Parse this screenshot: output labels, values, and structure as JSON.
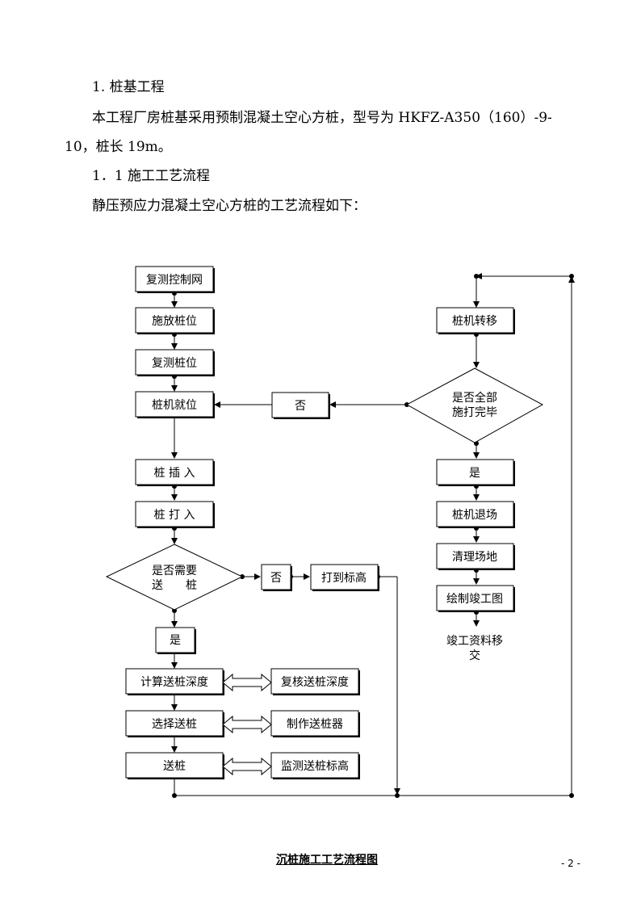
{
  "document": {
    "heading": "1. 桩基工程",
    "body_line1": "本工程厂房桩基采用预制混凝土空心方桩，型号为 HKFZ-A350（160）-9-",
    "body_line2": "10，桩长 19m。",
    "subheading": "1．1 施工工艺流程",
    "intro": "静压预应力混凝土空心方桩的工艺流程如下：",
    "caption": "沉桩施工工艺流程图",
    "page_number": "- 2 -"
  },
  "flow": {
    "left": {
      "step1": "复测控制网",
      "step2": "施放桩位",
      "step3": "复测桩位",
      "step4": "桩机就位",
      "step5": "桩 插 入",
      "step6": "桩 打 入",
      "decision_line1": "是否需要",
      "decision_line2": "送　　桩",
      "yes": "是",
      "calc": "计算送桩深度",
      "select": "选择送桩",
      "send": "送桩"
    },
    "middle": {
      "no_top": "否",
      "no_mid": "否",
      "drive_to_level": "打到标高",
      "recheck_depth": "复核送桩深度",
      "make_tool": "制作送桩器",
      "monitor_level": "监测送桩标高"
    },
    "right": {
      "move": "桩机转移",
      "decision_line1": "是否全部",
      "decision_line2": "施打完毕",
      "yes": "是",
      "exit": "桩机退场",
      "clean": "清理场地",
      "drawing": "绘制竣工图",
      "handover_line1": "竣工资料移",
      "handover_line2": "交"
    }
  }
}
